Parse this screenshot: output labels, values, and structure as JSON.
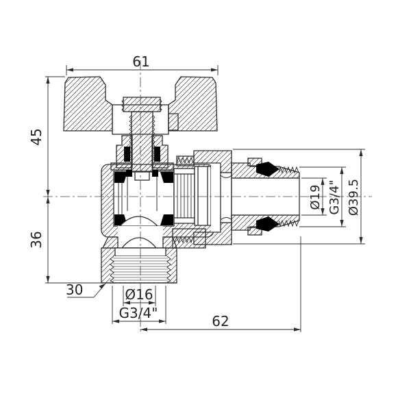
{
  "page": {
    "background": "#ffffff"
  },
  "drawing": {
    "line_color": "#2b2b2b",
    "seal_color": "#000000",
    "dimensions": {
      "handle_width": "61",
      "upper_height": "45",
      "lower_height": "36",
      "corner_label": "30",
      "outlet_bore": "Ø16",
      "outlet_thread": "G3/4\"",
      "side_length": "62",
      "side_bore": "Ø19",
      "side_thread": "G3/4\"",
      "nut_od": "Ø39.5"
    }
  }
}
